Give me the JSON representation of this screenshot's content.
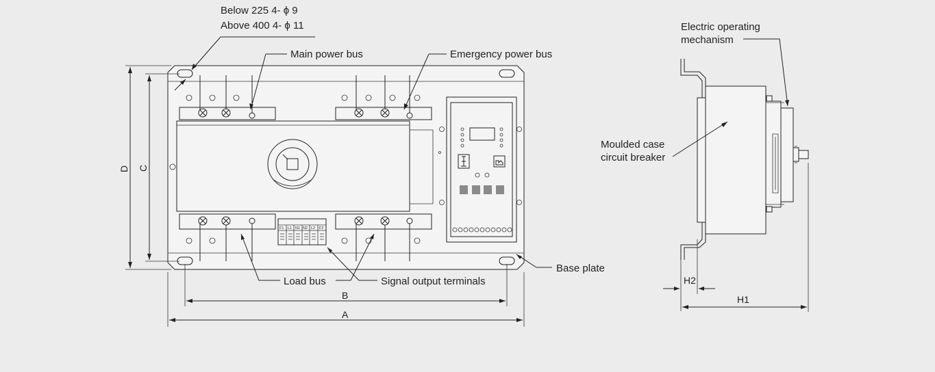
{
  "mount_note": {
    "line1": "Below 225  4- ϕ 9",
    "line2": "Above 400 4- ϕ 11"
  },
  "callouts": {
    "main_power_bus": "Main power bus",
    "emergency_power_bus": "Emergency power bus",
    "load_bus": "Load bus",
    "signal_output_terminals": "Signal output terminals",
    "base_plate": "Base plate",
    "electric_operating_mechanism_line1": "Electric operating",
    "electric_operating_mechanism_line2": "mechanism",
    "moulded_case_line1": "Moulded case",
    "moulded_case_line2": "circuit breaker"
  },
  "dimensions": {
    "A": "A",
    "B": "B",
    "C": "C",
    "D": "D",
    "H1": "H1",
    "H2": "H2"
  },
  "terminal_labels": [
    "F1",
    "L1",
    "N1",
    "N2",
    "L2",
    "F2"
  ],
  "colors": {
    "background": "#ececec",
    "line": "#222222",
    "panel_button": "#8a8a8a"
  }
}
